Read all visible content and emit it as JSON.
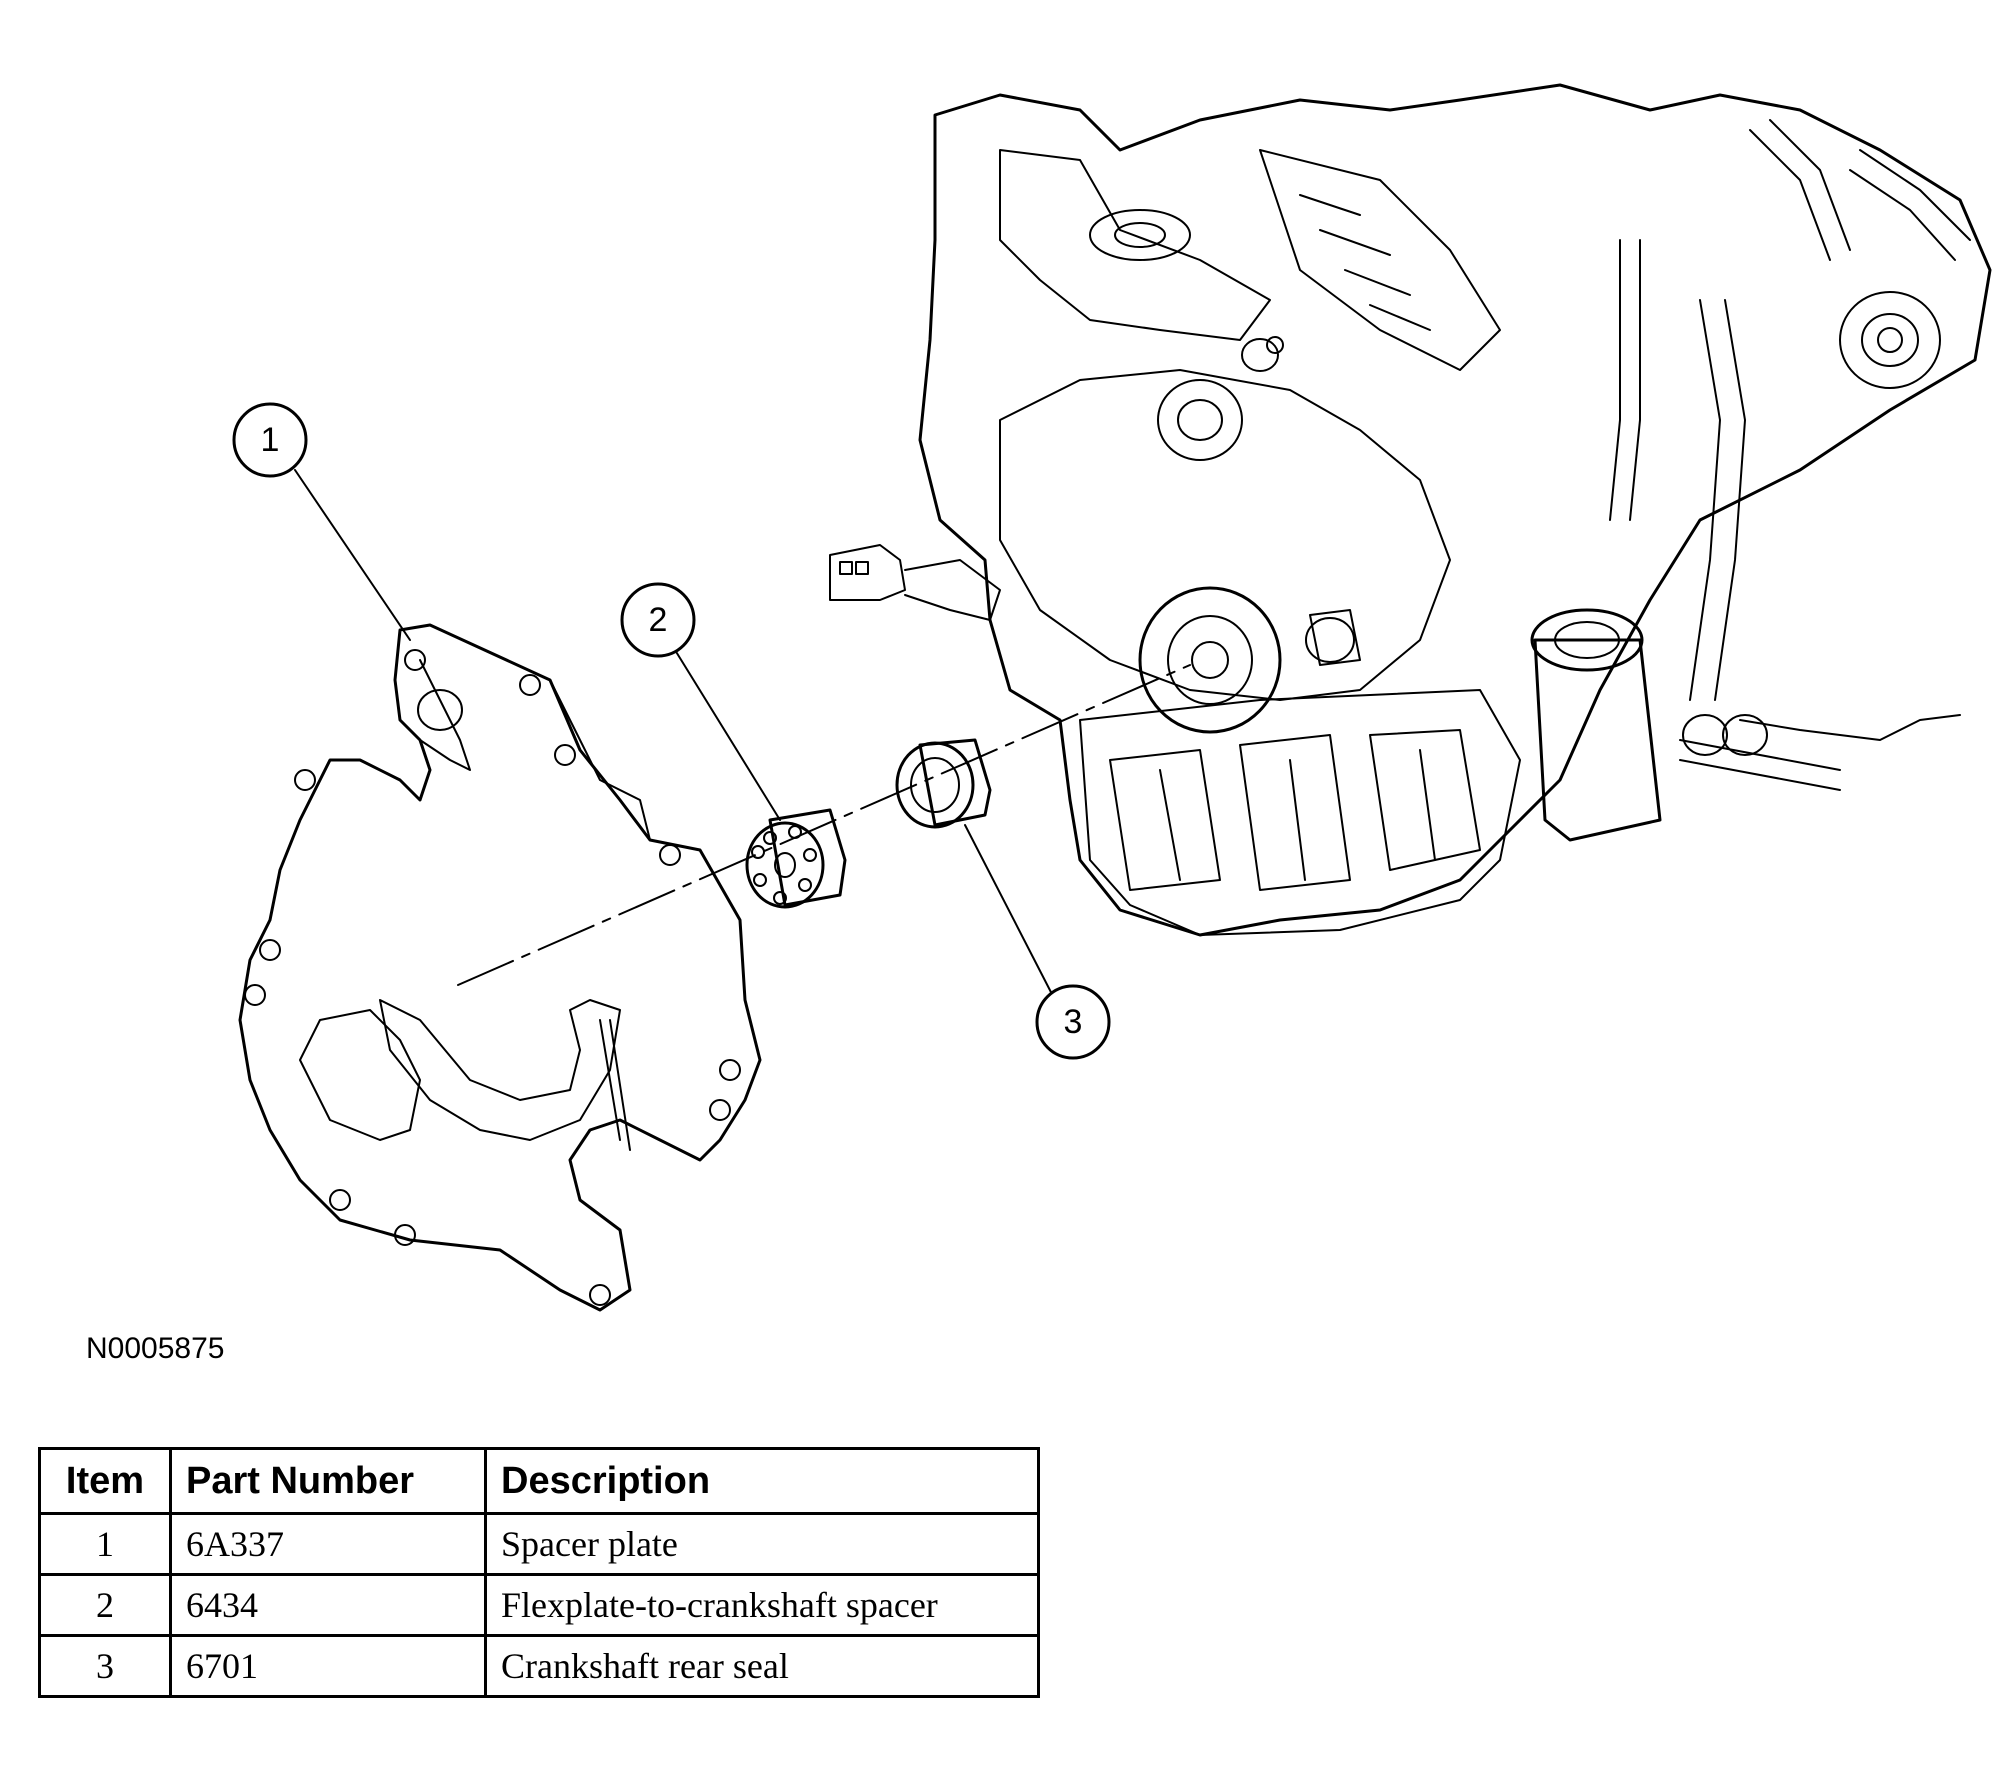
{
  "figure_id": "N0005875",
  "callouts": [
    "1",
    "2",
    "3"
  ],
  "table": {
    "headers": [
      "Item",
      "Part Number",
      "Description"
    ],
    "rows": [
      {
        "item": "1",
        "part_number": "6A337",
        "description": "Spacer plate"
      },
      {
        "item": "2",
        "part_number": "6434",
        "description": "Flexplate-to-crankshaft spacer"
      },
      {
        "item": "3",
        "part_number": "6701",
        "description": "Crankshaft rear seal"
      }
    ]
  }
}
